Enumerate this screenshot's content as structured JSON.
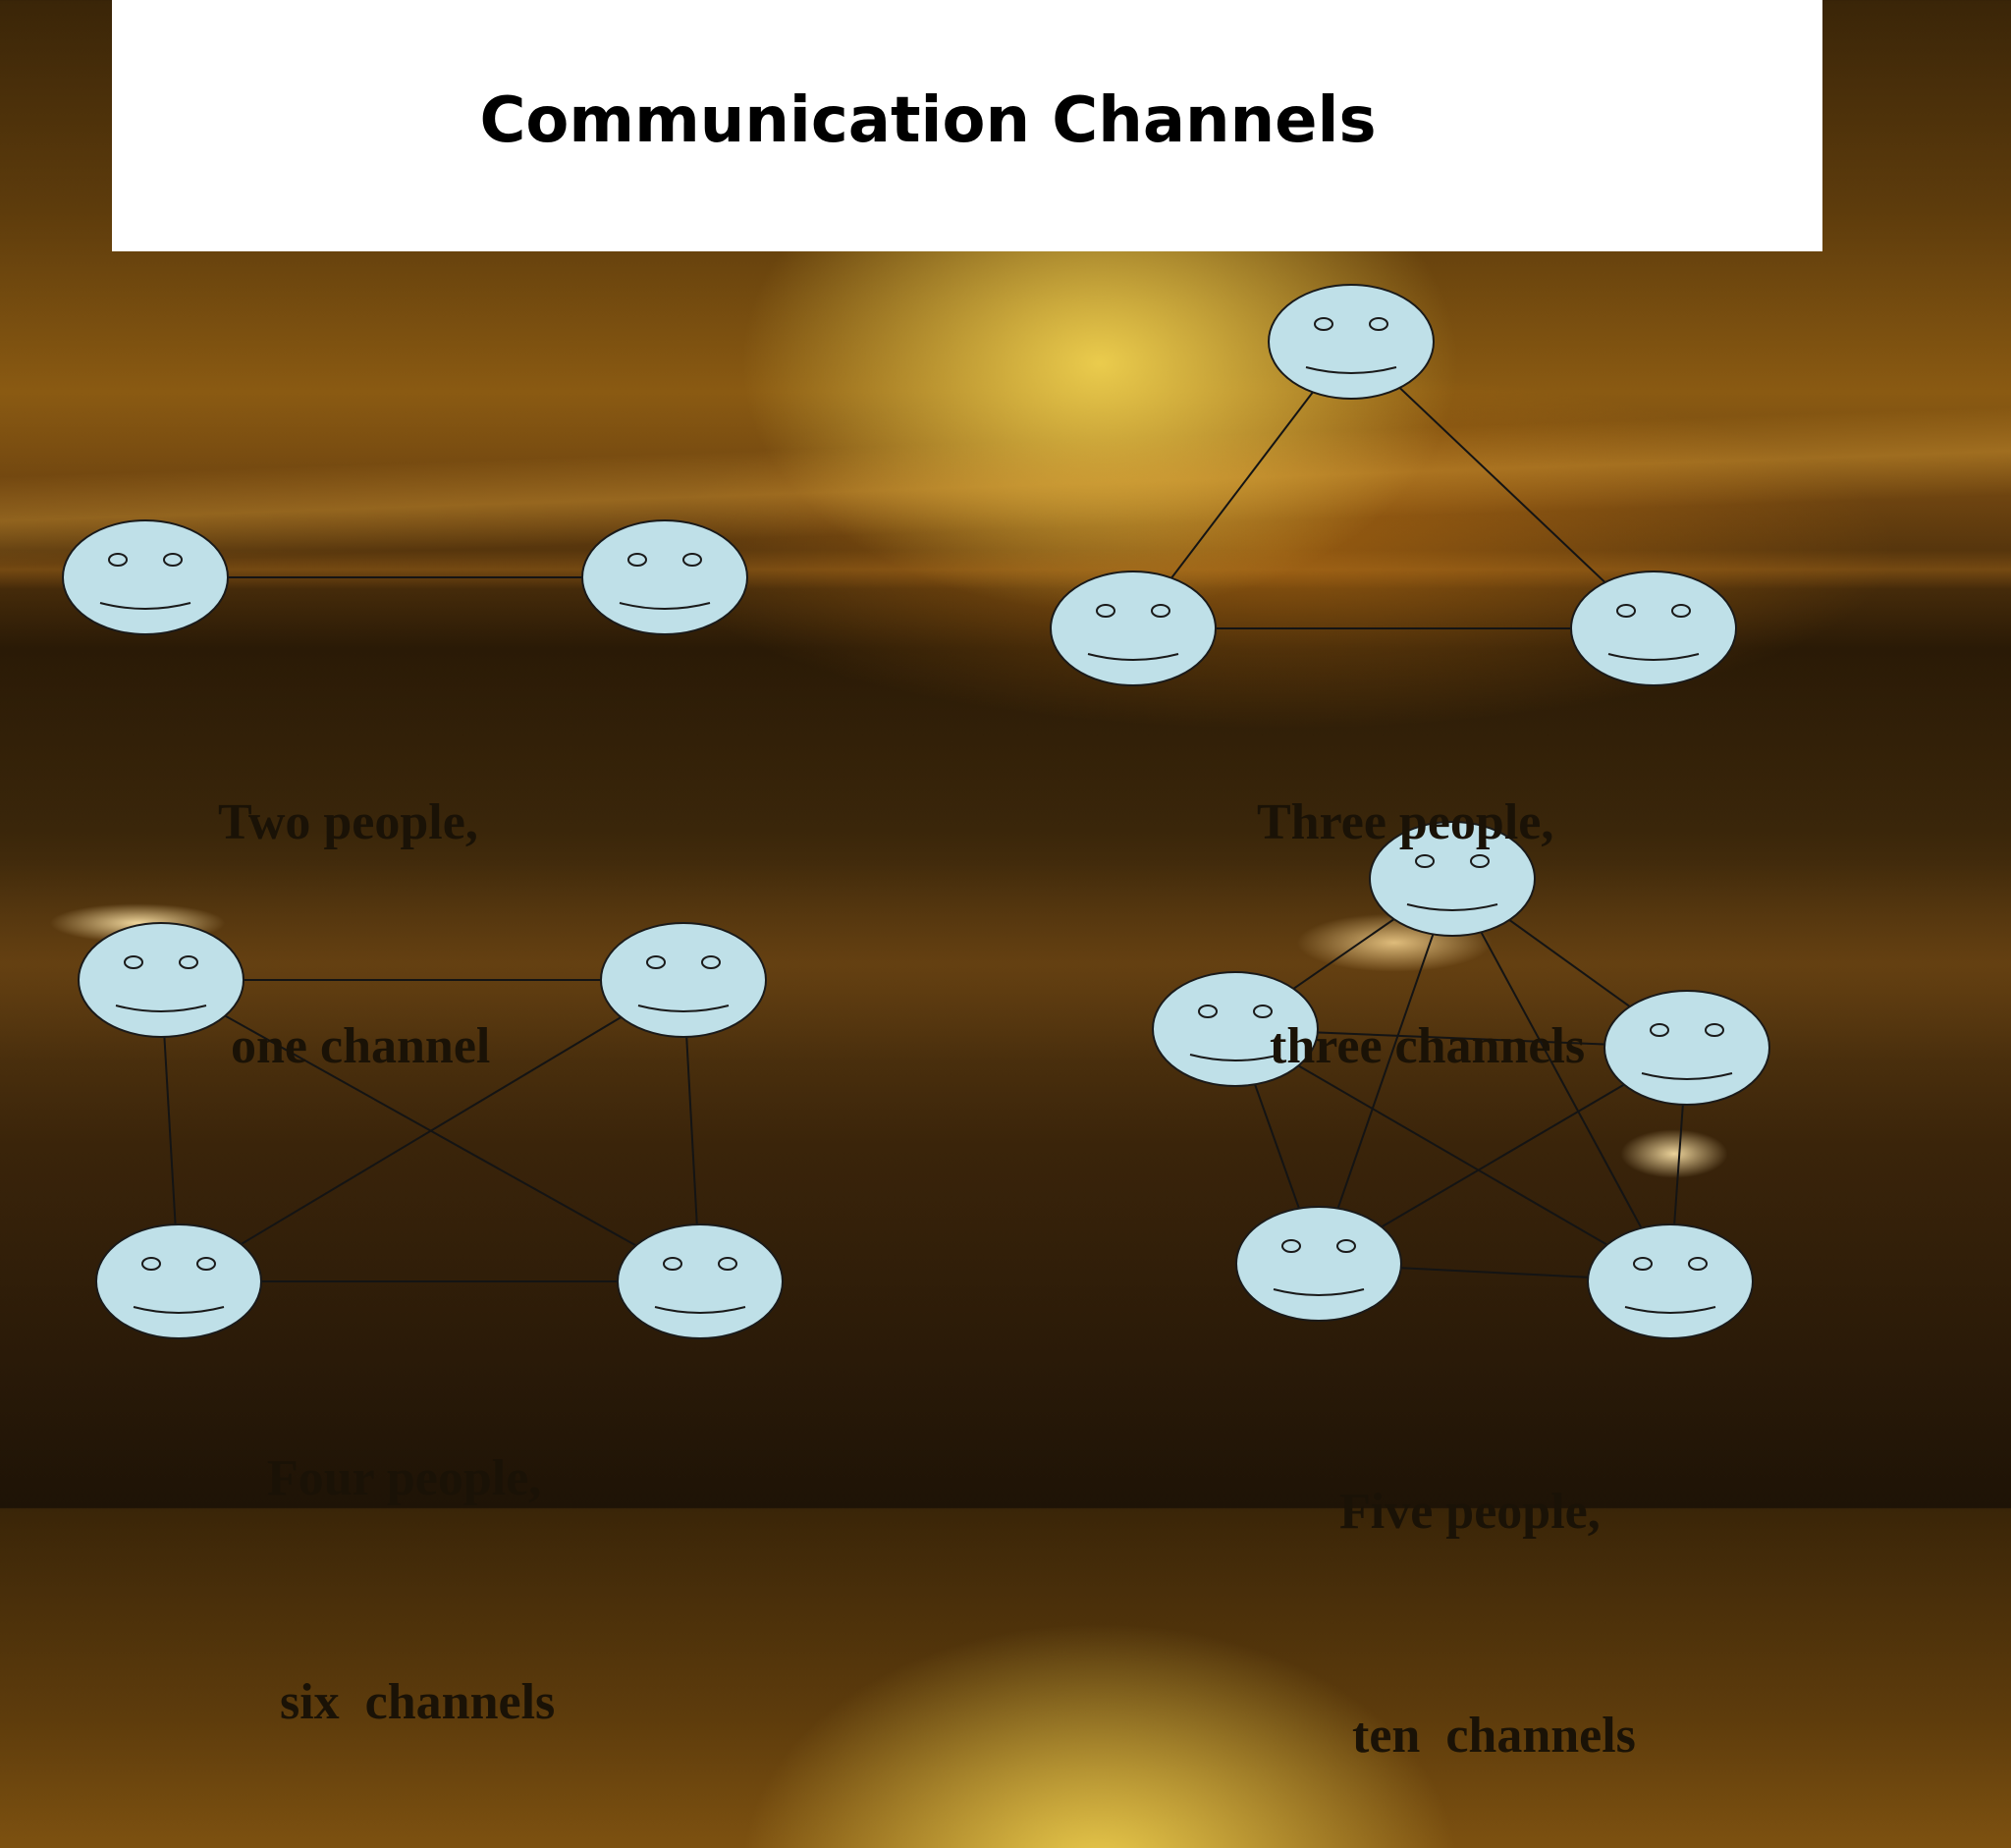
{
  "slide": {
    "title": "Communication Channels"
  },
  "groups": [
    {
      "id": "two",
      "caption_line1": "Two people,",
      "caption_line2": " one channel",
      "people": 2,
      "channels": 1
    },
    {
      "id": "three",
      "caption_line1": "Three people,",
      "caption_line2": " three channels",
      "people": 3,
      "channels": 3
    },
    {
      "id": "four",
      "caption_line1": "Four people,",
      "caption_line2": " six  channels",
      "people": 4,
      "channels": 6
    },
    {
      "id": "five",
      "caption_line1": "Five people,",
      "caption_line2": " ten  channels",
      "people": 5,
      "channels": 10
    }
  ],
  "colors": {
    "face_fill": "#bfe0e8",
    "face_stroke": "#1a1a1a",
    "channel_line": "#141414",
    "caption_text": "#1a1206"
  },
  "icons": {
    "person": "smiley-face-icon"
  }
}
